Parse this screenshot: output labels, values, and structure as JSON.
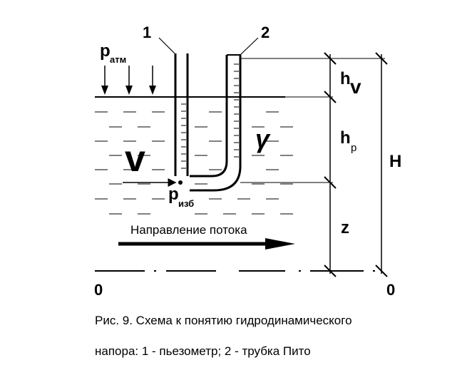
{
  "labels": {
    "tube1": "1",
    "tube2": "2",
    "p_atm_main": "p",
    "p_atm_sub": "атм",
    "v_flow": "v",
    "p_izb_main": "p",
    "p_izb_sub": "изб",
    "gamma": "γ",
    "hv_main": "h",
    "hv_sub": "v",
    "hp_main": "h",
    "hp_sub": "p",
    "H": "H",
    "z": "z",
    "zero_left": "0",
    "zero_right": "0",
    "flow_direction": "Направление потока"
  },
  "caption": {
    "line1": "Рис. 9. Схема к понятию гидродинамического",
    "line2": "напора: 1 - пьезометр; 2 - трубка Пито"
  }
}
